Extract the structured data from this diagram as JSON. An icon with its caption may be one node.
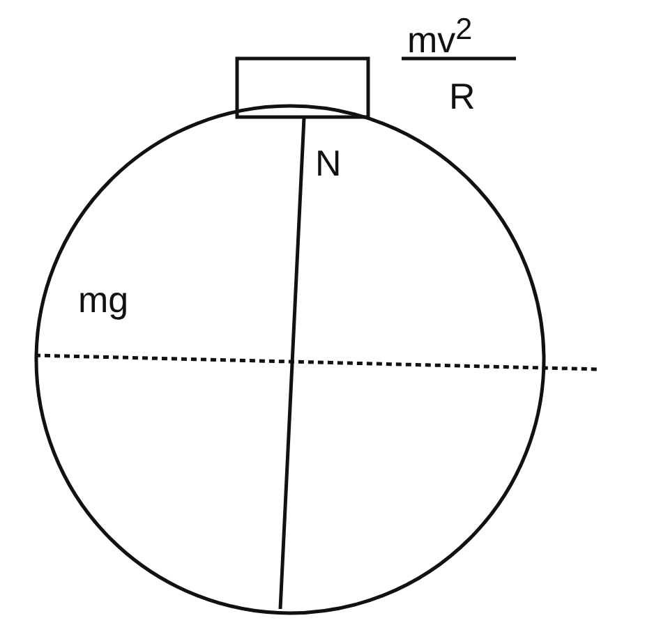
{
  "diagram": {
    "nodes": [
      {
        "text": [],
        "shape": "circle"
      },
      {
        "text": [],
        "shape": "box"
      }
    ],
    "labels": [
      "mv$^{2}$",
      "R",
      "N",
      "mg"
    ]
  }
}
